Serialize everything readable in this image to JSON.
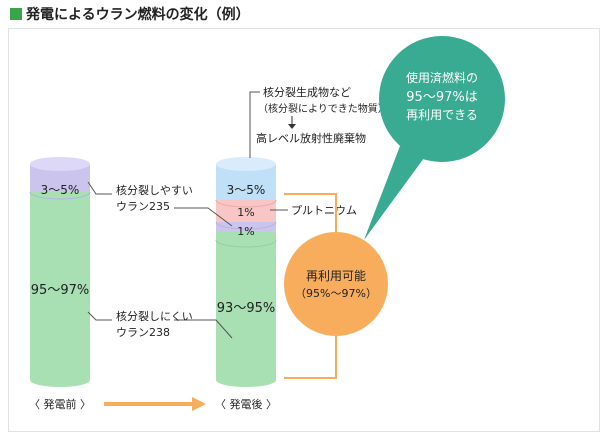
{
  "title": "発電によるウラン燃料の変化（例）",
  "before": {
    "caption": "〈 発電前 〉",
    "top_pct": "3〜5%",
    "bottom_pct": "95〜97%"
  },
  "after": {
    "caption": "〈 発電後 〉",
    "top_pct": "3〜5%",
    "pink_pct": "1%",
    "purple_pct": "1%",
    "bottom_pct": "93〜95%"
  },
  "labels": {
    "u235_line1": "核分裂しやすい",
    "u235_line2": "ウラン235",
    "u238_line1": "核分裂しにくい",
    "u238_line2": "ウラン238",
    "plutonium": "プルトニウム",
    "fission_line1": "核分裂生成物など",
    "fission_line2": "（核分裂によりできた物質）",
    "hlw": "高レベル放射性廃棄物"
  },
  "reusable": {
    "line1": "再利用可能",
    "line2": "（95%〜97%）"
  },
  "bubble": {
    "line1": "使用済燃料の",
    "line2": "95〜97%は",
    "line3": "再利用できる"
  },
  "colors": {
    "green": "#a8dfb3",
    "lavender": "#cbc5ee",
    "light_blue": "#bfe0f6",
    "pink": "#f8c6c4",
    "orange": "#f8ad5c",
    "teal": "#38ab92",
    "title_square": "#3aa64a"
  }
}
